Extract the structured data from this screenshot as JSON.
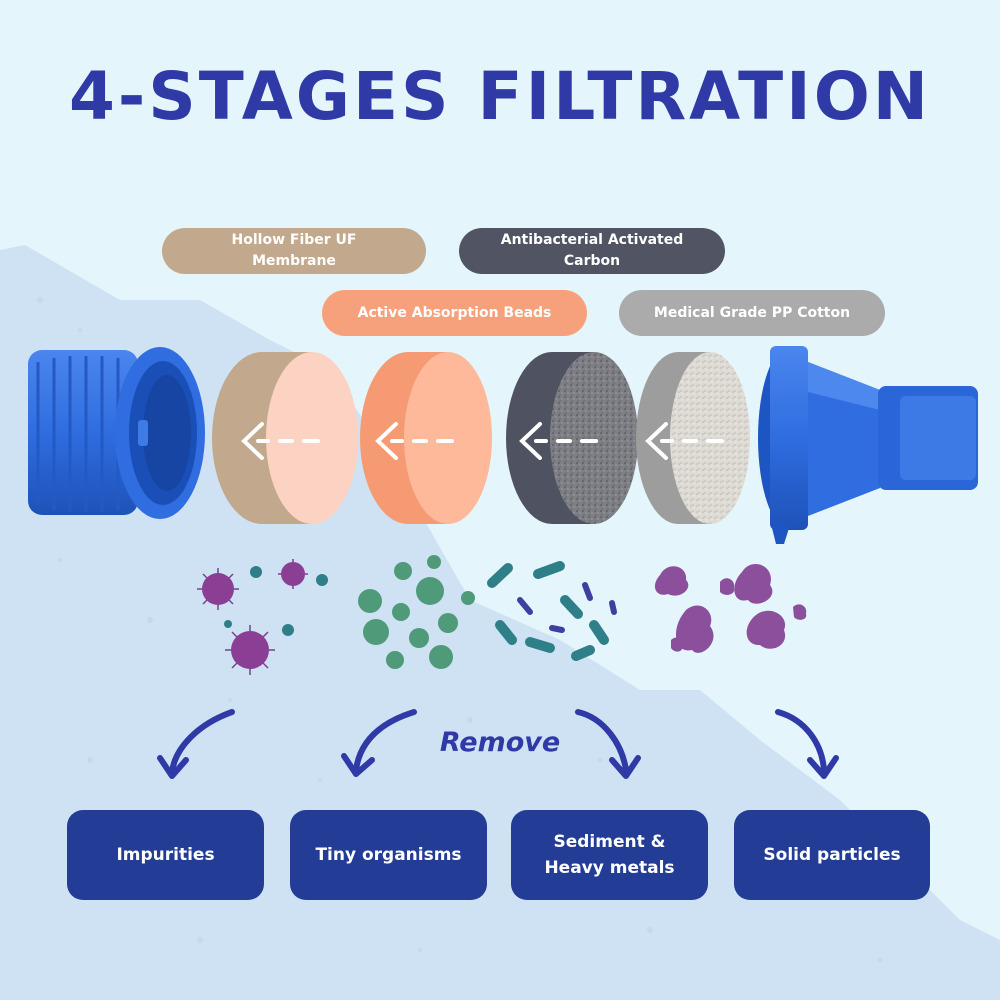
{
  "title": "4-STAGES FILTRATION",
  "filter_layers": {
    "hollow_fiber": "Hollow Fiber UF\nMembrane",
    "carbon": "Antibacterial Activated\nCarbon",
    "beads": "Active Absorption Beads",
    "cotton": "Medical Grade PP Cotton"
  },
  "remove_label": "Remove",
  "results": [
    "Impurities",
    "Tiny organisms",
    "Sediment &\nHeavy metals",
    "Solid particles"
  ],
  "colors": {
    "title": "#2f3aa6",
    "result_box": "#233d96",
    "hollow_fiber": "#c2a88c",
    "carbon": "#515563",
    "beads": "#f7a07c",
    "cotton": "#ababab",
    "housing_blue": "#2f6de0"
  },
  "icons": {
    "arrow_in_disc": "flow-direction-arrow-icon",
    "remove_arrow": "curved-down-arrow-icon",
    "contaminants": [
      "virus-icon",
      "bacteria-cluster-icon",
      "bacteria-rod-icon",
      "sediment-blob-icon"
    ]
  }
}
